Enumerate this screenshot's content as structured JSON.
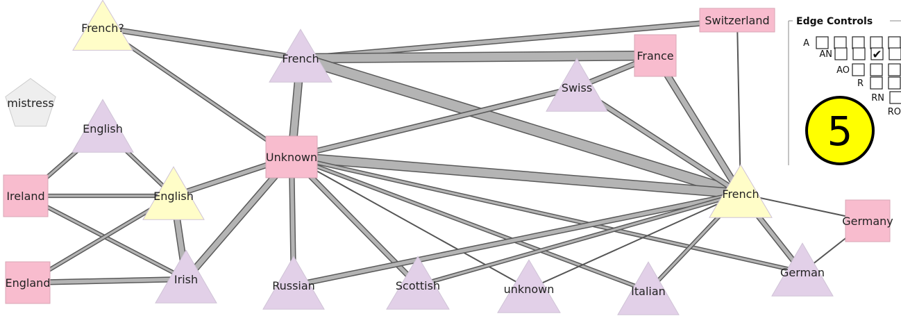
{
  "nodes": [
    {
      "id": "french_q",
      "label": "French?",
      "shape": "triangle",
      "color": "#fffdc8"
    },
    {
      "id": "french_top",
      "label": "French",
      "shape": "triangle",
      "color": "#e2d0e8"
    },
    {
      "id": "switzerland",
      "label": "Switzerland",
      "shape": "square",
      "color": "#f8bcce"
    },
    {
      "id": "france",
      "label": "France",
      "shape": "square",
      "color": "#f8bcce"
    },
    {
      "id": "swiss",
      "label": "Swiss",
      "shape": "triangle",
      "color": "#e2d0e8"
    },
    {
      "id": "mistress",
      "label": "mistress",
      "shape": "pentagon",
      "color": "#eeeeee"
    },
    {
      "id": "english_top",
      "label": "English",
      "shape": "triangle",
      "color": "#e2d0e8"
    },
    {
      "id": "unknown_sq",
      "label": "Unknown",
      "shape": "square",
      "color": "#f8bcce"
    },
    {
      "id": "ireland",
      "label": "Ireland",
      "shape": "square",
      "color": "#f8bcce"
    },
    {
      "id": "english_y",
      "label": "English",
      "shape": "triangle",
      "color": "#fffdc8"
    },
    {
      "id": "french_y",
      "label": "French",
      "shape": "triangle",
      "color": "#fffdc8"
    },
    {
      "id": "germany",
      "label": "Germany",
      "shape": "square",
      "color": "#f8bcce"
    },
    {
      "id": "england",
      "label": "England",
      "shape": "square",
      "color": "#f8bcce"
    },
    {
      "id": "irish",
      "label": "Irish",
      "shape": "triangle",
      "color": "#e2d0e8"
    },
    {
      "id": "russian",
      "label": "Russian",
      "shape": "triangle",
      "color": "#e2d0e8"
    },
    {
      "id": "scottish",
      "label": "Scottish",
      "shape": "triangle",
      "color": "#e2d0e8"
    },
    {
      "id": "unknown_tri",
      "label": "unknown",
      "shape": "triangle",
      "color": "#e2d0e8"
    },
    {
      "id": "italian",
      "label": "Italian",
      "shape": "triangle",
      "color": "#e2d0e8"
    },
    {
      "id": "german",
      "label": "German",
      "shape": "triangle",
      "color": "#e2d0e8"
    }
  ],
  "edges": [
    {
      "from": "french_q",
      "to": "french_top",
      "weight": 3
    },
    {
      "from": "french_q",
      "to": "unknown_sq",
      "weight": 2
    },
    {
      "from": "french_top",
      "to": "switzerland",
      "weight": 3
    },
    {
      "from": "french_top",
      "to": "france",
      "weight": 6
    },
    {
      "from": "french_top",
      "to": "unknown_sq",
      "weight": 5
    },
    {
      "from": "french_top",
      "to": "french_y",
      "weight": 7
    },
    {
      "from": "france",
      "to": "swiss",
      "weight": 3
    },
    {
      "from": "france",
      "to": "french_y",
      "weight": 4
    },
    {
      "from": "switzerland",
      "to": "french_y",
      "weight": 1
    },
    {
      "from": "swiss",
      "to": "unknown_sq",
      "weight": 3
    },
    {
      "from": "swiss",
      "to": "french_y",
      "weight": 3
    },
    {
      "from": "unknown_sq",
      "to": "english_y",
      "weight": 3
    },
    {
      "from": "unknown_sq",
      "to": "irish",
      "weight": 4
    },
    {
      "from": "unknown_sq",
      "to": "french_y",
      "weight": 6
    },
    {
      "from": "unknown_sq",
      "to": "russian",
      "weight": 3
    },
    {
      "from": "unknown_sq",
      "to": "scottish",
      "weight": 3
    },
    {
      "from": "unknown_sq",
      "to": "unknown_tri",
      "weight": 1
    },
    {
      "from": "unknown_sq",
      "to": "italian",
      "weight": 2
    },
    {
      "from": "unknown_sq",
      "to": "german",
      "weight": 2
    },
    {
      "from": "english_top",
      "to": "ireland",
      "weight": 2
    },
    {
      "from": "english_top",
      "to": "english_y",
      "weight": 2
    },
    {
      "from": "ireland",
      "to": "english_y",
      "weight": 2
    },
    {
      "from": "ireland",
      "to": "irish",
      "weight": 2
    },
    {
      "from": "england",
      "to": "english_y",
      "weight": 2
    },
    {
      "from": "england",
      "to": "irish",
      "weight": 3
    },
    {
      "from": "english_y",
      "to": "irish",
      "weight": 4
    },
    {
      "from": "french_y",
      "to": "germany",
      "weight": 1
    },
    {
      "from": "french_y",
      "to": "german",
      "weight": 3
    },
    {
      "from": "french_y",
      "to": "russian",
      "weight": 3
    },
    {
      "from": "french_y",
      "to": "scottish",
      "weight": 2
    },
    {
      "from": "french_y",
      "to": "unknown_tri",
      "weight": 1
    },
    {
      "from": "french_y",
      "to": "italian",
      "weight": 2
    },
    {
      "from": "germany",
      "to": "german",
      "weight": 1
    }
  ],
  "edge_controls": {
    "title": "Edge Controls",
    "rows": [
      {
        "label": "A",
        "boxes": [
          false,
          false,
          false,
          false,
          false
        ]
      },
      {
        "label": "AN",
        "boxes": [
          false,
          false,
          true,
          false
        ]
      },
      {
        "label": "AO",
        "boxes": [
          false,
          false,
          false
        ]
      },
      {
        "label": "R",
        "boxes": [
          false,
          false
        ]
      },
      {
        "label": "RN",
        "boxes": [
          false
        ]
      },
      {
        "label": "RO",
        "boxes": []
      }
    ]
  },
  "counter": {
    "value": "5",
    "color": "#ffff00"
  }
}
